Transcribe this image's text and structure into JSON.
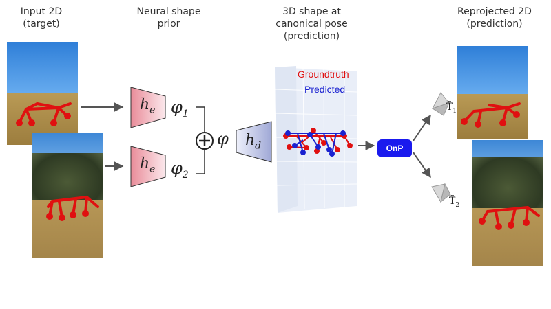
{
  "labels": {
    "input": "Input 2D\n(target)",
    "prior": "Neural shape\nprior",
    "shape3d": "3D shape at\ncanonical pose\n(prediction)",
    "reprojected": "Reprojected 2D\n(prediction)"
  },
  "encoder": {
    "symbol": "h",
    "subscript": "e"
  },
  "decoder": {
    "symbol": "h",
    "subscript": "d"
  },
  "latent": {
    "symbol": "φ",
    "sub1": "1",
    "sub2": "2"
  },
  "combine_symbol": "+",
  "onp_label": "OnP",
  "legend": {
    "groundtruth": "Groundtruth",
    "predicted": "Predicted"
  },
  "transforms": {
    "t1": "T̃",
    "t1_sub": "1",
    "t2": "T̃",
    "t2_sub": "2"
  },
  "colors": {
    "groundtruth": "#e01010",
    "predicted": "#1a22d0",
    "onp": "#1a1aee",
    "encoder_fill": "#e98c99",
    "decoder_fill": "#9fa8d6"
  }
}
